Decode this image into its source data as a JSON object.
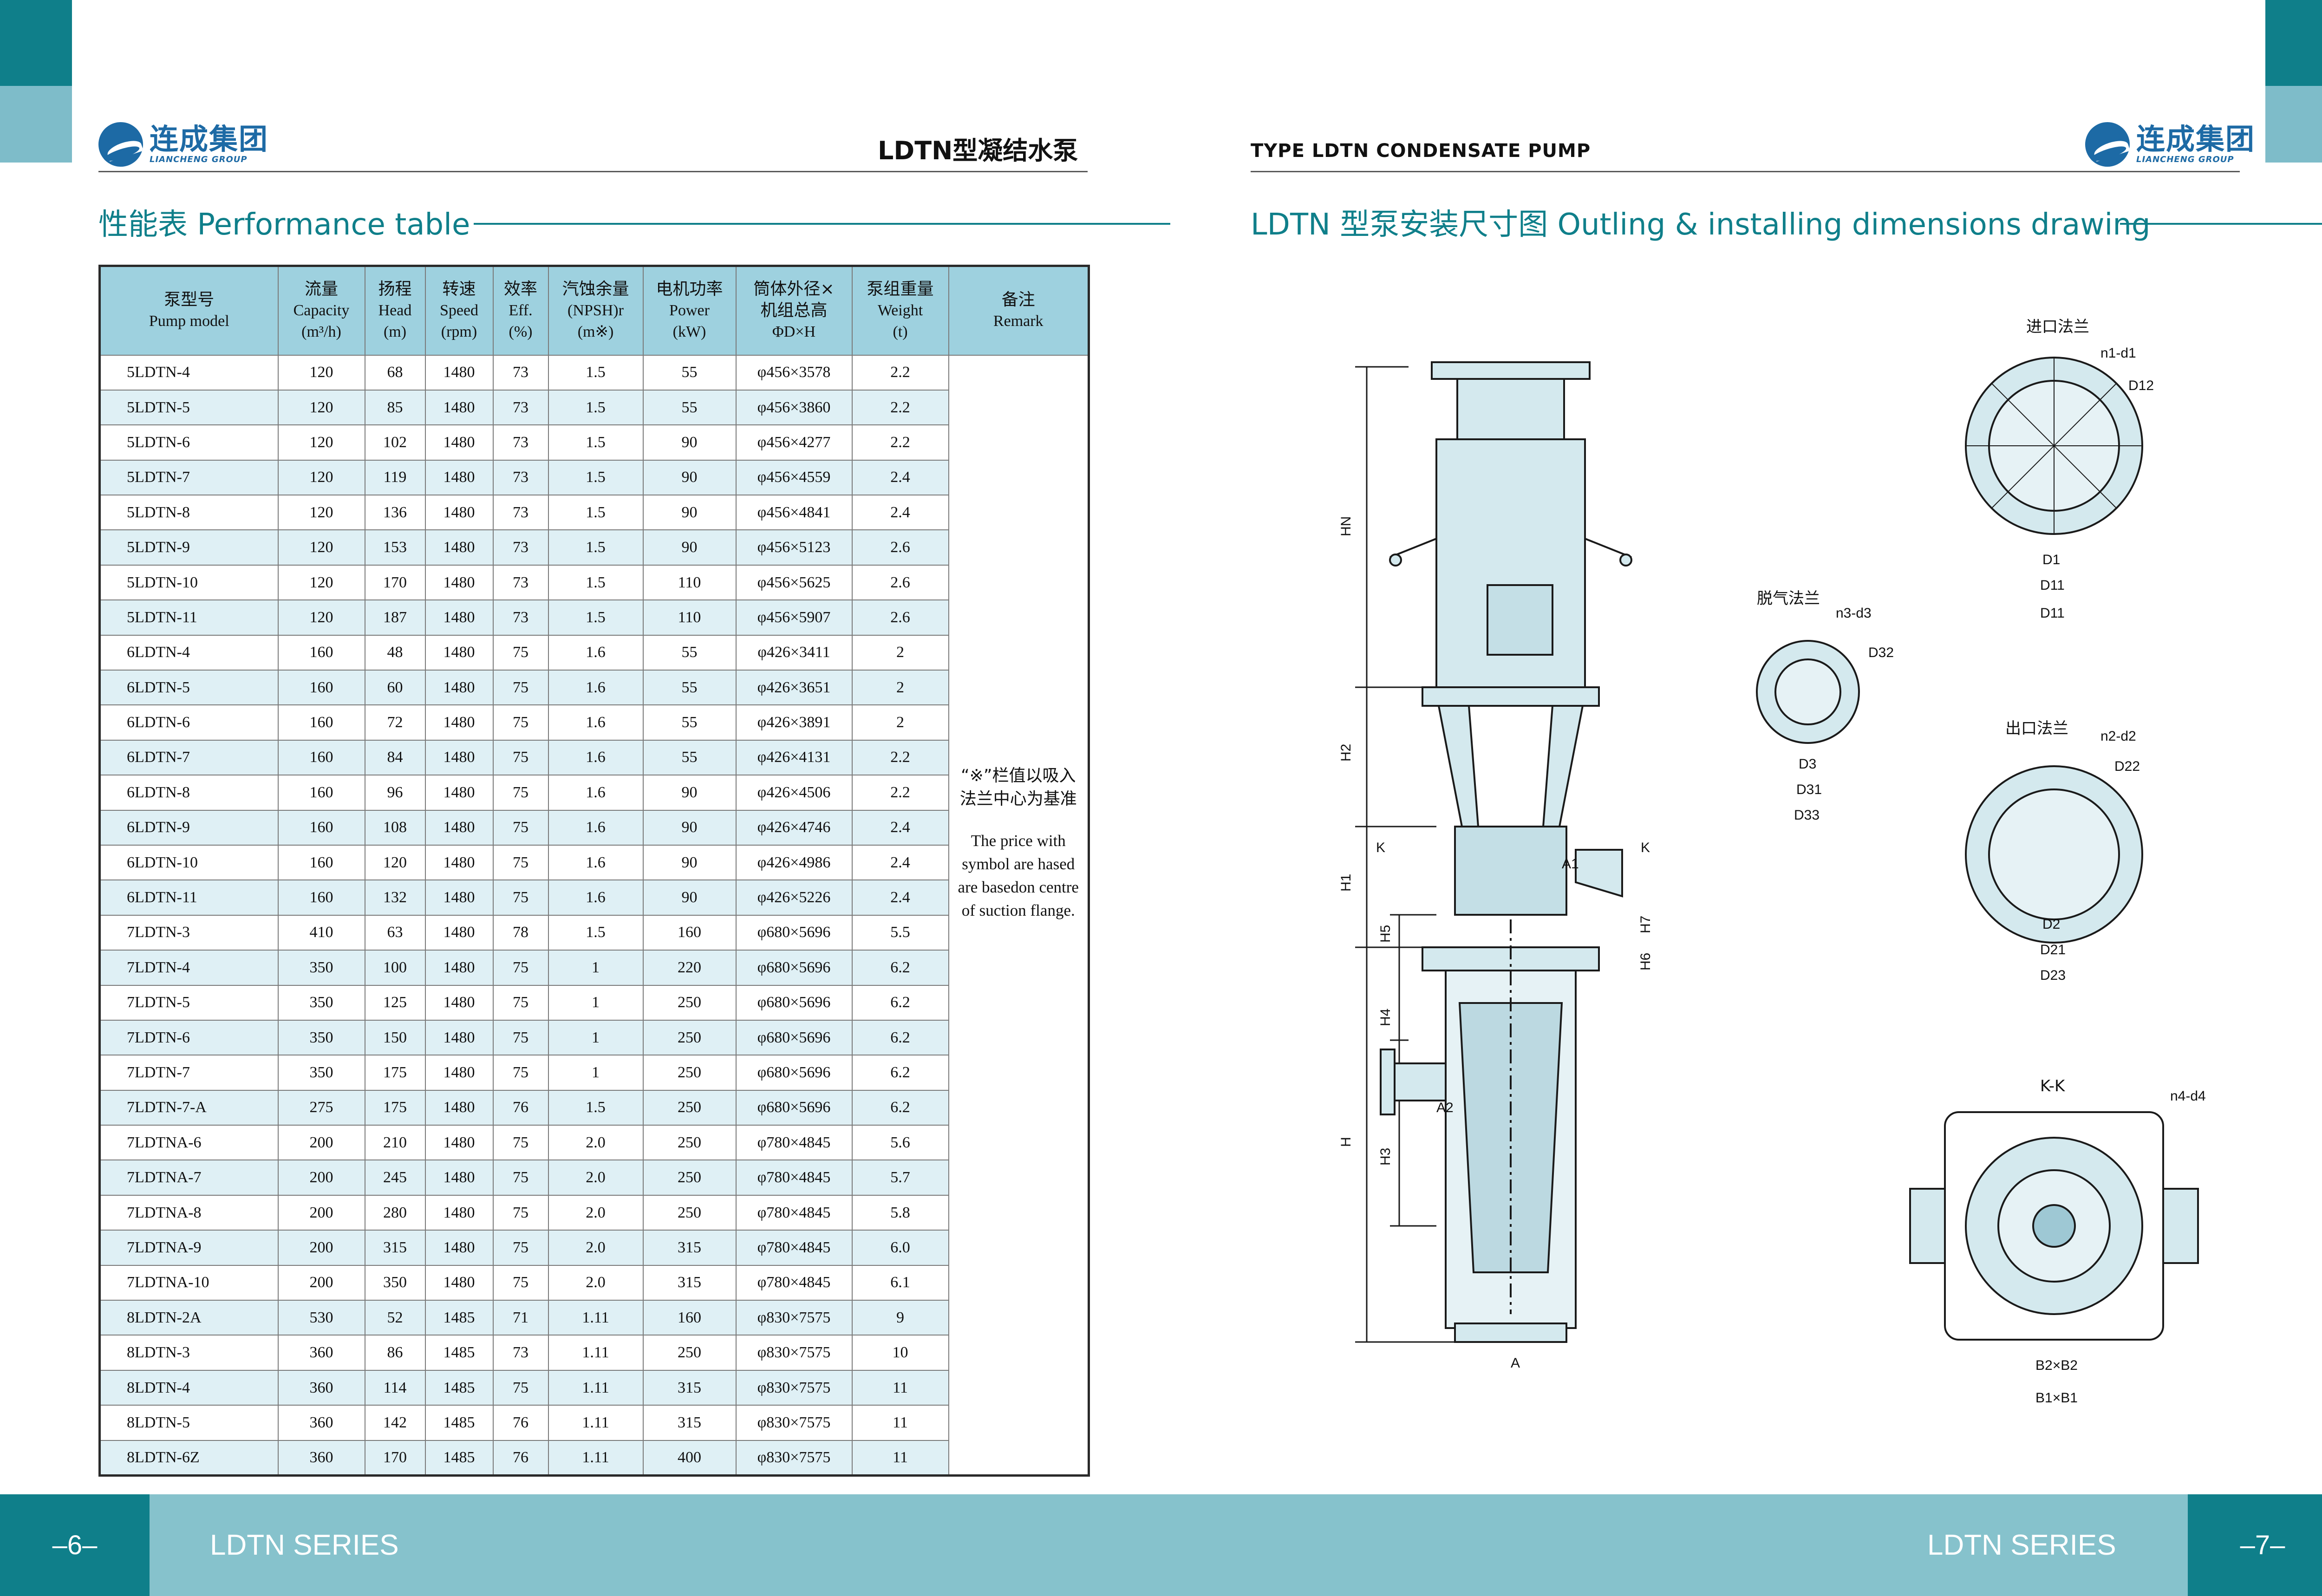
{
  "brand": {
    "name_cn": "连成集团",
    "name_en": "LIANCHENG GROUP"
  },
  "left_header": {
    "title": "LDTN型凝结水泵"
  },
  "right_header": {
    "title": "TYPE LDTN CONDENSATE PUMP"
  },
  "left_section": {
    "title": "性能表 Performance table"
  },
  "right_section": {
    "title": "LDTN 型泵安装尺寸图 Outling & installing dimensions drawing"
  },
  "table": {
    "headers": [
      {
        "cn": "泵型号",
        "en": "Pump model"
      },
      {
        "cn": "流量",
        "en": "Capacity",
        "unit": "(m³/h)"
      },
      {
        "cn": "扬程",
        "en": "Head",
        "unit": "(m)"
      },
      {
        "cn": "转速",
        "en": "Speed",
        "unit": "(rpm)"
      },
      {
        "cn": "效率",
        "en": "Eff.",
        "unit": "(%)"
      },
      {
        "cn": "汽蚀余量",
        "en": "(NPSH)r",
        "unit": "(m※)"
      },
      {
        "cn": "电机功率",
        "en": "Power",
        "unit": "(kW)"
      },
      {
        "cn": "筒体外径×",
        "en": "机组总高",
        "unit": "ΦD×H"
      },
      {
        "cn": "泵组重量",
        "en": "Weight",
        "unit": "(t)"
      },
      {
        "cn": "备注",
        "en": "Remark"
      }
    ],
    "rows": [
      [
        "5LDTN-4",
        "120",
        "68",
        "1480",
        "73",
        "1.5",
        "55",
        "φ456×3578",
        "2.2"
      ],
      [
        "5LDTN-5",
        "120",
        "85",
        "1480",
        "73",
        "1.5",
        "55",
        "φ456×3860",
        "2.2"
      ],
      [
        "5LDTN-6",
        "120",
        "102",
        "1480",
        "73",
        "1.5",
        "90",
        "φ456×4277",
        "2.2"
      ],
      [
        "5LDTN-7",
        "120",
        "119",
        "1480",
        "73",
        "1.5",
        "90",
        "φ456×4559",
        "2.4"
      ],
      [
        "5LDTN-8",
        "120",
        "136",
        "1480",
        "73",
        "1.5",
        "90",
        "φ456×4841",
        "2.4"
      ],
      [
        "5LDTN-9",
        "120",
        "153",
        "1480",
        "73",
        "1.5",
        "90",
        "φ456×5123",
        "2.6"
      ],
      [
        "5LDTN-10",
        "120",
        "170",
        "1480",
        "73",
        "1.5",
        "110",
        "φ456×5625",
        "2.6"
      ],
      [
        "5LDTN-11",
        "120",
        "187",
        "1480",
        "73",
        "1.5",
        "110",
        "φ456×5907",
        "2.6"
      ],
      [
        "6LDTN-4",
        "160",
        "48",
        "1480",
        "75",
        "1.6",
        "55",
        "φ426×3411",
        "2"
      ],
      [
        "6LDTN-5",
        "160",
        "60",
        "1480",
        "75",
        "1.6",
        "55",
        "φ426×3651",
        "2"
      ],
      [
        "6LDTN-6",
        "160",
        "72",
        "1480",
        "75",
        "1.6",
        "55",
        "φ426×3891",
        "2"
      ],
      [
        "6LDTN-7",
        "160",
        "84",
        "1480",
        "75",
        "1.6",
        "55",
        "φ426×4131",
        "2.2"
      ],
      [
        "6LDTN-8",
        "160",
        "96",
        "1480",
        "75",
        "1.6",
        "90",
        "φ426×4506",
        "2.2"
      ],
      [
        "6LDTN-9",
        "160",
        "108",
        "1480",
        "75",
        "1.6",
        "90",
        "φ426×4746",
        "2.4"
      ],
      [
        "6LDTN-10",
        "160",
        "120",
        "1480",
        "75",
        "1.6",
        "90",
        "φ426×4986",
        "2.4"
      ],
      [
        "6LDTN-11",
        "160",
        "132",
        "1480",
        "75",
        "1.6",
        "90",
        "φ426×5226",
        "2.4"
      ],
      [
        "7LDTN-3",
        "410",
        "63",
        "1480",
        "78",
        "1.5",
        "160",
        "φ680×5696",
        "5.5"
      ],
      [
        "7LDTN-4",
        "350",
        "100",
        "1480",
        "75",
        "1",
        "220",
        "φ680×5696",
        "6.2"
      ],
      [
        "7LDTN-5",
        "350",
        "125",
        "1480",
        "75",
        "1",
        "250",
        "φ680×5696",
        "6.2"
      ],
      [
        "7LDTN-6",
        "350",
        "150",
        "1480",
        "75",
        "1",
        "250",
        "φ680×5696",
        "6.2"
      ],
      [
        "7LDTN-7",
        "350",
        "175",
        "1480",
        "75",
        "1",
        "250",
        "φ680×5696",
        "6.2"
      ],
      [
        "7LDTN-7-A",
        "275",
        "175",
        "1480",
        "76",
        "1.5",
        "250",
        "φ680×5696",
        "6.2"
      ],
      [
        "7LDTNA-6",
        "200",
        "210",
        "1480",
        "75",
        "2.0",
        "250",
        "φ780×4845",
        "5.6"
      ],
      [
        "7LDTNA-7",
        "200",
        "245",
        "1480",
        "75",
        "2.0",
        "250",
        "φ780×4845",
        "5.7"
      ],
      [
        "7LDTNA-8",
        "200",
        "280",
        "1480",
        "75",
        "2.0",
        "250",
        "φ780×4845",
        "5.8"
      ],
      [
        "7LDTNA-9",
        "200",
        "315",
        "1480",
        "75",
        "2.0",
        "315",
        "φ780×4845",
        "6.0"
      ],
      [
        "7LDTNA-10",
        "200",
        "350",
        "1480",
        "75",
        "2.0",
        "315",
        "φ780×4845",
        "6.1"
      ],
      [
        "8LDTN-2A",
        "530",
        "52",
        "1485",
        "71",
        "1.11",
        "160",
        "φ830×7575",
        "9"
      ],
      [
        "8LDTN-3",
        "360",
        "86",
        "1485",
        "73",
        "1.11",
        "250",
        "φ830×7575",
        "10"
      ],
      [
        "8LDTN-4",
        "360",
        "114",
        "1485",
        "75",
        "1.11",
        "315",
        "φ830×7575",
        "11"
      ],
      [
        "8LDTN-5",
        "360",
        "142",
        "1485",
        "76",
        "1.11",
        "315",
        "φ830×7575",
        "11"
      ],
      [
        "8LDTN-6Z",
        "360",
        "170",
        "1485",
        "76",
        "1.11",
        "400",
        "φ830×7575",
        "11"
      ]
    ],
    "remark_cn": "“※”栏值以吸入法兰中心为基准",
    "remark_en": "The price with symbol are hased are basedon centre of suction flange."
  },
  "drawing": {
    "labels": {
      "inlet_flange": "进口法兰",
      "degas_flange": "脱气法兰",
      "outlet_flange": "出口法兰",
      "section": "K-K",
      "HN": "HN",
      "H2": "H2",
      "H1": "H1",
      "H5": "H5",
      "H4": "H4",
      "H": "H",
      "H3": "H3",
      "H7": "H7",
      "H6": "H6",
      "A": "A",
      "A1": "A1",
      "A2": "A2",
      "K": "K",
      "n1d1": "n1-d1",
      "D12": "D12",
      "D1": "D1",
      "D11": "D11",
      "n3d3": "n3-d3",
      "D32": "D32",
      "D3": "D3",
      "D31": "D31",
      "D33": "D33",
      "n2d2": "n2-d2",
      "D22": "D22",
      "D2": "D2",
      "D21": "D21",
      "D23": "D23",
      "n4d4": "n4-d4",
      "B2B2": "B2×B2",
      "B1B1": "B1×B1"
    }
  },
  "footer": {
    "left_page": "–6–",
    "right_page": "–7–",
    "series": "LDTN SERIES"
  },
  "colors": {
    "teal_dark": "#0f7f8a",
    "teal_light": "#7ebcc9",
    "table_header": "#9ed1df",
    "row_alt": "#dff0f5",
    "pump_fill": "#d4e9ee"
  }
}
